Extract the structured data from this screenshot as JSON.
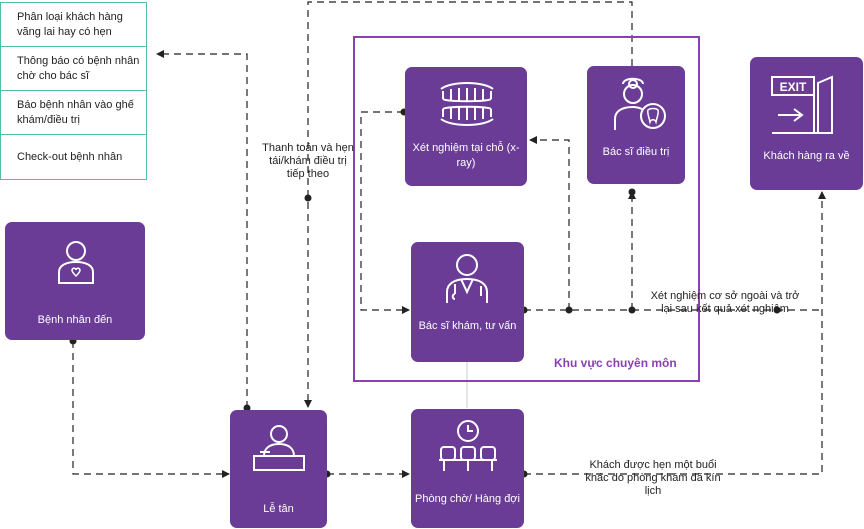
{
  "tasks": [
    {
      "text": "Phân loại khách hàng vãng lai hay có hẹn"
    },
    {
      "text": "Thông báo có bệnh nhân chờ cho bác sĩ"
    },
    {
      "text": "Báo bệnh nhân vào ghế khám/điều trị"
    },
    {
      "text": "Check-out bệnh nhân"
    }
  ],
  "nodes": {
    "patient": {
      "label": "Bệnh nhân đến",
      "icon": "patient-icon"
    },
    "reception": {
      "label": "Lễ tân",
      "icon": "receptionist-icon"
    },
    "waiting": {
      "label": "Phòng chờ/ Hàng đợi",
      "icon": "waiting-room-icon"
    },
    "consult": {
      "label": "Bác sĩ khám, tư vấn",
      "icon": "doctor-icon"
    },
    "xray": {
      "label": "Xét nghiệm tại chỗ (x-ray)",
      "icon": "teeth-icon"
    },
    "treatment": {
      "label": "Bác sĩ điều trị",
      "icon": "dentist-icon"
    },
    "exit": {
      "label": "Khách hàng ra về",
      "icon": "exit-sign-icon"
    }
  },
  "zone_label": "Khu vực chuyên môn",
  "notes": {
    "payment": "Thanh toán và hẹn tái/khám điều trị tiếp theo",
    "external_test": "Xét nghiệm cơ sở ngoài và trở lại sau kết quả xét nghiệm",
    "rebook": "Khách được hẹn một buổi khác do phòng khám đã kín lịch"
  },
  "colors": {
    "node": "#6a3c96",
    "zone_border": "#8a3fb7",
    "task_border": "#4fbfa5",
    "line": "#222222"
  }
}
